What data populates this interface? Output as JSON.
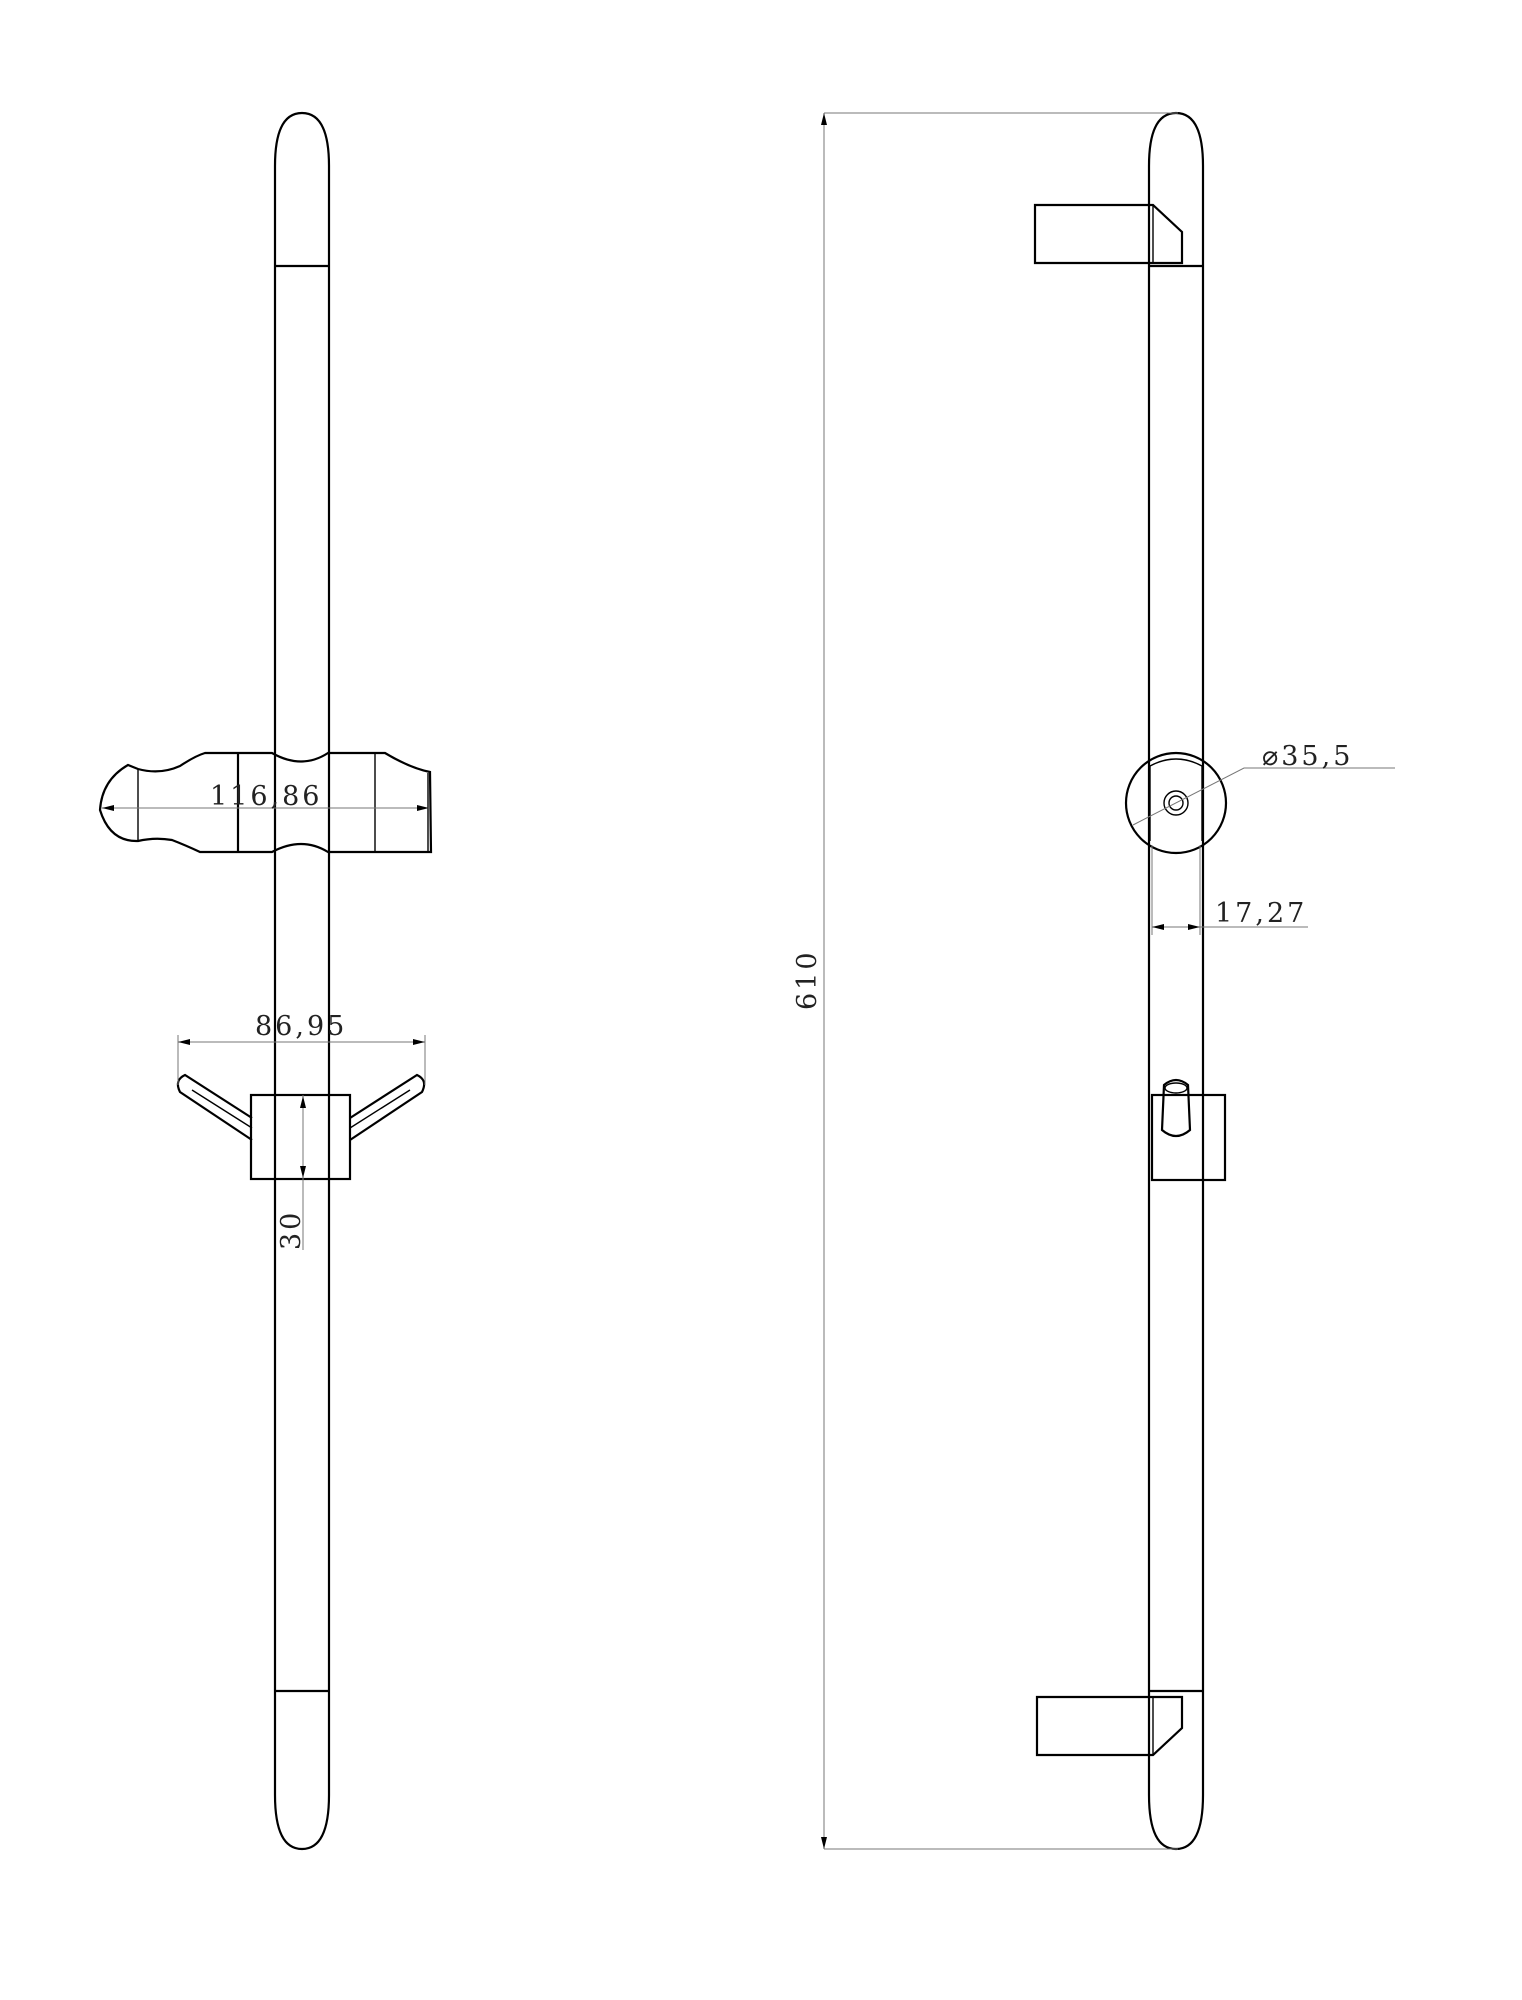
{
  "drawing": {
    "front_view": {
      "slider_width": "116,86",
      "hook_span": "86,95",
      "hook_block_height": "30"
    },
    "side_view": {
      "overall_length": "610",
      "disc_diameter": "⌀35,5",
      "rail_depth": "17,27"
    }
  }
}
